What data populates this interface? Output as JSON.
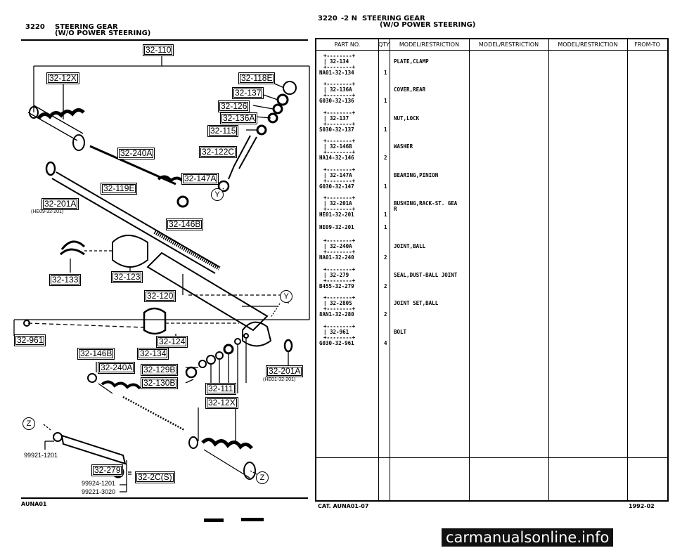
{
  "left_header": {
    "page_no": "3220",
    "title_line1": "STEERING GEAR",
    "title_line2": "(W/O POWER STEERING)"
  },
  "right_header": {
    "page_no": "3220",
    "sub": "-2 N",
    "title_line1": "STEERING GEAR",
    "title_line2": "(W/O POWER STEERING)"
  },
  "diagram": {
    "callouts": [
      "32-110",
      "32-12X",
      "32-118E",
      "32-137",
      "32-126",
      "32-136A",
      "32-115",
      "32-240A",
      "32-122C",
      "32-147A",
      "32-119E",
      "32-201A",
      "32-146B",
      "32-133",
      "32-123",
      "32-120",
      "32-961",
      "32-124",
      "32-146B",
      "32-134",
      "32-240A",
      "32-129B",
      "32-130B",
      "32-201A",
      "32-111",
      "32-12X",
      "32-279",
      "32-2C(S)"
    ],
    "notes": [
      "(HE09-32-201)",
      "(HE01-32-201)"
    ],
    "circle_marks": [
      "Y",
      "Y",
      "Z",
      "Z"
    ],
    "part_numbers": [
      "99921-1201",
      "99924-1201",
      "99221-3020"
    ]
  },
  "table": {
    "headers": [
      "PART NO.",
      "QTY",
      "MODEL/RESTRICTION",
      "MODEL/RESTRICTION",
      "MODEL/RESTRICTION",
      "FROM-TO"
    ],
    "rows": [
      {
        "ref": "32-134",
        "part": "NA01-32-134",
        "qty": "1",
        "desc": "PLATE,CLAMP"
      },
      {
        "ref": "32-136A",
        "part": "G030-32-136",
        "qty": "1",
        "desc": "COVER,REAR"
      },
      {
        "ref": "32-137",
        "part": "S030-32-137",
        "qty": "1",
        "desc": "NUT,LOCK"
      },
      {
        "ref": "32-146B",
        "part": "HA14-32-146",
        "qty": "2",
        "desc": "WASHER"
      },
      {
        "ref": "32-147A",
        "part": "G030-32-147",
        "qty": "1",
        "desc": "BEARING,PINION"
      },
      {
        "ref": "32-201A",
        "part": "HE01-32-201",
        "qty": "1",
        "desc": "BUSHING,RACK-ST. GEA\nR"
      },
      {
        "ref": "",
        "part": "HE09-32-201",
        "qty": "1",
        "desc": ""
      },
      {
        "ref": "32-240A",
        "part": "NA01-32-240",
        "qty": "2",
        "desc": "JOINT,BALL"
      },
      {
        "ref": "32-279",
        "part": "B455-32-279",
        "qty": "2",
        "desc": "SEAL,DUST-BALL JOINT"
      },
      {
        "ref": "32-280S",
        "part": "8AN1-32-280",
        "qty": "2",
        "desc": "JOINT SET,BALL"
      },
      {
        "ref": "32-961",
        "part": "G030-32-961",
        "qty": "4",
        "desc": "BOLT"
      }
    ]
  },
  "footer": {
    "left_code": "AUNA01",
    "catalog": "CAT. AUNA01-07",
    "date": "1992-02"
  },
  "watermark": "carmanualsonline.info"
}
